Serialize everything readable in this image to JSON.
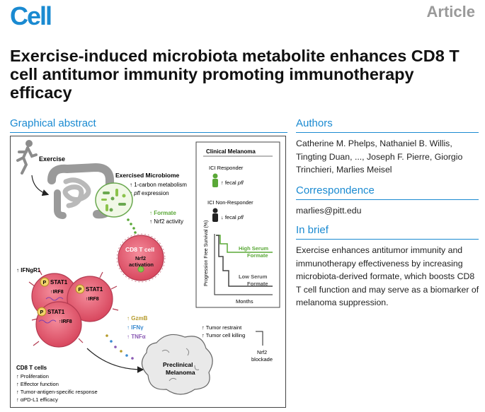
{
  "header": {
    "journal_logo": "Cell",
    "article_type": "Article"
  },
  "title": "Exercise-induced microbiota metabolite enhances CD8 T cell antitumor immunity promoting immunotherapy efficacy",
  "graphical_abstract": {
    "heading": "Graphical abstract",
    "exercise_label": "Exercise",
    "microbiome": {
      "title": "Exercised Microbiome",
      "line1": "1-carbon metabolism",
      "line2_italic": "pfl",
      "line2_rest": " expression"
    },
    "formate": {
      "label": "Formate",
      "nrf2": "Nrf2 activity"
    },
    "cd8_cell": {
      "title": "CD8 T cell",
      "line1": "Nrf2",
      "line2": "activation"
    },
    "ifngr1": "IFNgR1",
    "stat1": "STAT1",
    "irf8": "IRF8",
    "p_badge": "P",
    "cytokines": {
      "gzmb": "GzmB",
      "ifng": "IFNγ",
      "tnfa": "TNFα"
    },
    "tumor_effects": {
      "line1": "Tumor restraint",
      "line2": "Tumor cell killing"
    },
    "nrf2_blockade": {
      "line1": "Nrf2",
      "line2": "blockade"
    },
    "melanoma": {
      "line1": "Preclinical",
      "line2": "Melanoma"
    },
    "cd8_list": {
      "title": "CD8 T cells",
      "items": [
        "Proliferation",
        "Effector function",
        "Tumor-antigen-specific response",
        "αPD-L1 efficacy"
      ]
    },
    "clinical": {
      "title": "Clinical Melanoma",
      "responder": "ICI Responder",
      "non_responder": "ICI Non-Responder",
      "fecal_prefix": "fecal ",
      "fecal_gene": "pfl",
      "y_axis": "Progression Free Survival (%)",
      "x_axis": "Months",
      "high_line1": "High Serum",
      "high_line2": "Formate",
      "low_line1": "Low Serum",
      "low_line2": "Formate"
    },
    "colors": {
      "high_formate": "#5aa837",
      "ifng": "#3a8ad0",
      "gzmb": "#b59a2a",
      "tnfa": "#8a5ab4",
      "t_cell": "#e25b6e"
    }
  },
  "authors": {
    "heading": "Authors",
    "text": "Catherine M. Phelps, Nathaniel B. Willis, Tingting Duan, ..., Joseph F. Pierre, Giorgio Trinchieri, Marlies Meisel"
  },
  "correspondence": {
    "heading": "Correspondence",
    "email": "marlies@pitt.edu"
  },
  "in_brief": {
    "heading": "In brief",
    "text": "Exercise enhances antitumor immunity and immunotherapy effectiveness by increasing microbiota-derived formate, which boosts CD8 T cell function and may serve as a biomarker of melanoma suppression."
  }
}
